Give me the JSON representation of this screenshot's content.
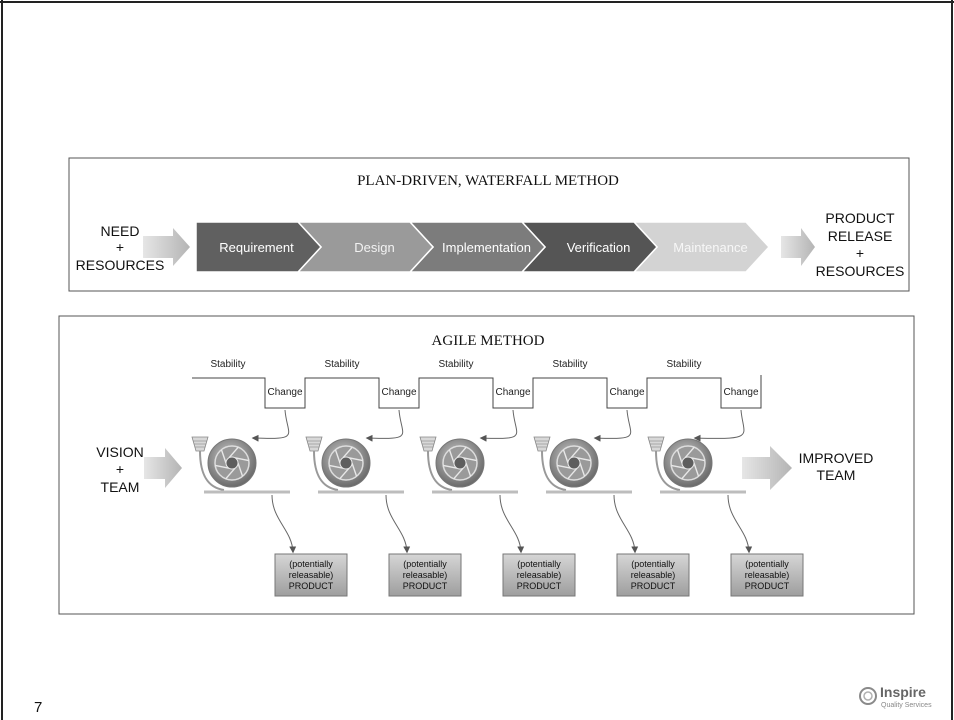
{
  "slide": {
    "page_number": "7"
  },
  "logo": {
    "name": "Inspire",
    "tagline": "Quality Services"
  },
  "waterfall": {
    "title": "PLAN-DRIVEN, WATERFALL METHOD",
    "input": [
      "NEED",
      "+",
      "RESOURCES"
    ],
    "output": [
      "PRODUCT",
      "RELEASE",
      "+",
      "RESOURCES"
    ],
    "steps": [
      {
        "label": "Requirement",
        "color": "#606060",
        "text_color": "#ffffff"
      },
      {
        "label": "Design",
        "color": "#9a9a9a",
        "text_color": "#f2f2f2"
      },
      {
        "label": "Implementation",
        "color": "#7c7c7c",
        "text_color": "#ffffff"
      },
      {
        "label": "Verification",
        "color": "#555555",
        "text_color": "#ffffff"
      },
      {
        "label": "Maintenance",
        "color": "#d3d3d3",
        "text_color": "#f7f7f7"
      }
    ]
  },
  "agile": {
    "title": "AGILE METHOD",
    "input": [
      "VISION",
      "+",
      "TEAM"
    ],
    "output": [
      "IMPROVED",
      "TEAM"
    ],
    "stability_label": "Stability",
    "change_label": "Change",
    "product_label": [
      "(potentially",
      "releasable)",
      "PRODUCT"
    ],
    "iteration_count": 5
  }
}
